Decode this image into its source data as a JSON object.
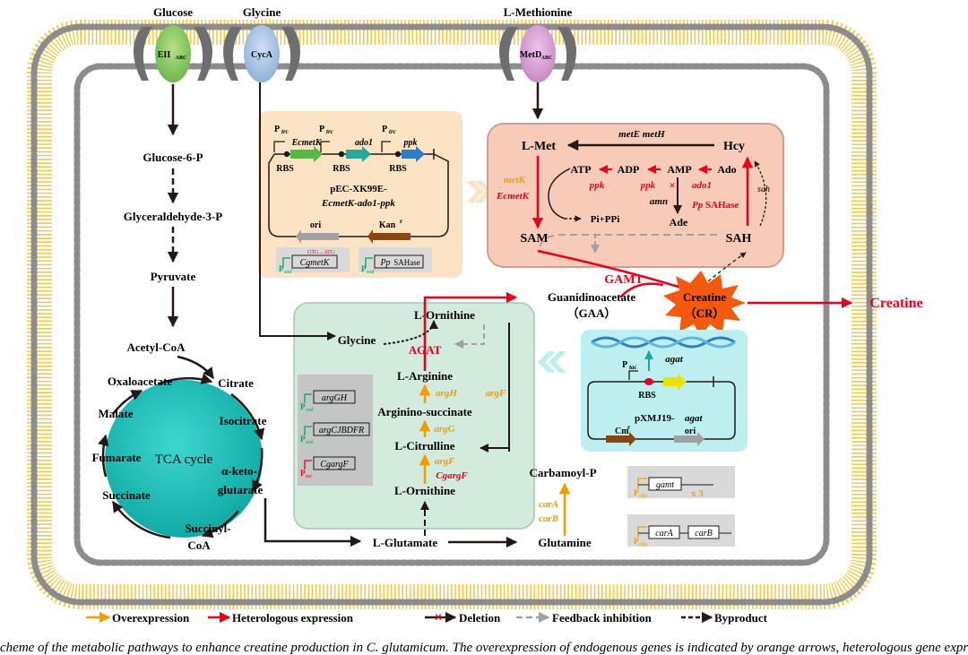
{
  "transporters": {
    "glucose": "Glucose",
    "glycine": "Glycine",
    "methionine": "L-Methionine",
    "eii": "EII",
    "eii_sub": "ABC",
    "cyca": "CycA",
    "metd": "MetD",
    "metd_sub": "ABC"
  },
  "glycolysis": {
    "g6p": "Glucose-6-P",
    "g3p": "Glyceraldehyde-3-P",
    "pyruvate": "Pyruvate",
    "acetylcoa": "Acetyl-CoA"
  },
  "tca": {
    "label": "TCA cycle",
    "citrate": "Citrate",
    "isocitrate": "Isocitrate",
    "akg1": "α-keto-",
    "akg2": "glutarate",
    "succcoa1": "Succinyl-",
    "succcoa2": "CoA",
    "succinate": "Succinate",
    "fumarate": "Fumarate",
    "malate": "Malate",
    "oxaloacetate": "Oxaloacetate"
  },
  "plasmid1": {
    "ptrc1": "P",
    "ptrc1_sub": "trc",
    "ptrc2": "P",
    "ptrc2_sub": "trc",
    "ptrc3": "P",
    "ptrc3_sub": "trc",
    "gene1": "EcmetK",
    "gene2": "ado1",
    "gene3": "ppk",
    "rbs1": "RBS",
    "rbs2": "RBS",
    "rbs3": "RBS",
    "name1": "pEC-XK99E-",
    "name2": "EcmetK-ado1-ppk",
    "ori": "ori",
    "kan": "Kan",
    "kan_sup": "r",
    "mut_label": "GTG→ATG",
    "cass1_promoter": "P",
    "cass1_promoter_sub": "sod",
    "cass1_gene": "CgmetK",
    "cass2_promoter": "P",
    "cass2_promoter_sub": "sod",
    "cass2_gene_pre": "Pp",
    "cass2_gene": "SAHase"
  },
  "methyl_cycle": {
    "lmet": "L-Met",
    "hcy": "Hcy",
    "meteh": "metE  metH",
    "atp": "ATP",
    "adp": "ADP",
    "amp": "AMP",
    "ado": "Ado",
    "ade": "Ade",
    "ppk1": "ppk",
    "ppk2": "ppk",
    "ado1": "ado1",
    "amn": "amn",
    "metk": "metK",
    "ecmetk": "EcmetK",
    "pp_prefix": "Pp",
    "sahase": "SAHase",
    "sah_gene": "sah",
    "pippi": "Pi+PPi",
    "sam": "SAM",
    "sah": "SAH"
  },
  "creatine": {
    "gamt": "GAMT",
    "gaa1": "Guanidinoacetate",
    "gaa2": "（GAA）",
    "creatine1": "Creatine",
    "creatine2": "（CR）",
    "creatine_out": "Creatine"
  },
  "arginine": {
    "ornithine_top": "L-Ornithine",
    "glycine": "Glycine",
    "agat": "AGAT",
    "arginine": "L-Arginine",
    "argH": "argH",
    "argF_side": "argF",
    "argsucc": "Arginino-succinate",
    "argG": "argG",
    "citrulline": "L-Citrulline",
    "argF": "argF",
    "cgargF": "CgargF",
    "ornithine": "L-Ornithine",
    "cass1_promoter": "P",
    "cass1_promoter_sub": "sod",
    "cass1_gene": "argGH",
    "cass2_promoter": "P",
    "cass2_promoter_sub": "sod",
    "cass2_gene": "argCJBDFR",
    "cass3_promoter": "P",
    "cass3_promoter_sub": "tac",
    "cass3_gene": "CgargF"
  },
  "plasmid2": {
    "ptac": "P",
    "ptac_sub": "tac",
    "agat": "agat",
    "rbs": "RBS",
    "name_pre": "pXMJ19-",
    "name_gene": "agat",
    "cm": "Cm",
    "cm_sup": "r",
    "ori": "ori"
  },
  "lower": {
    "carbamoyl": "Carbamoyl-P",
    "carA": "carA",
    "carB": "carB",
    "glutamate": "L-Glutamate",
    "glutamine": "Glutamine",
    "gamt_promoter": "P",
    "gamt_promoter_sub": "eftu",
    "gamt_gene": "gamt",
    "gamt_copies": "x 3",
    "car_promoter": "P",
    "car_promoter_sub": "eftu",
    "car_gene1": "carA",
    "car_gene2": "carB"
  },
  "legend": {
    "overexpression": "Overexpression",
    "heterologous": "Heterologous expression",
    "deletion": "Deletion",
    "feedback": "Feedback inhibition",
    "byproduct": "Byproduct"
  },
  "caption": "cheme of the metabolic pathways to enhance creatine production in C. glutamicum. The overexpression of endogenous genes is indicated by orange arrows, heterologous gene expression is indicated by red arrows; deletion of genes is indicated by red crosses, feedback inhibition is indicated by gray dashed arrows; byproducts are indicated by black dashed arrows."
}
